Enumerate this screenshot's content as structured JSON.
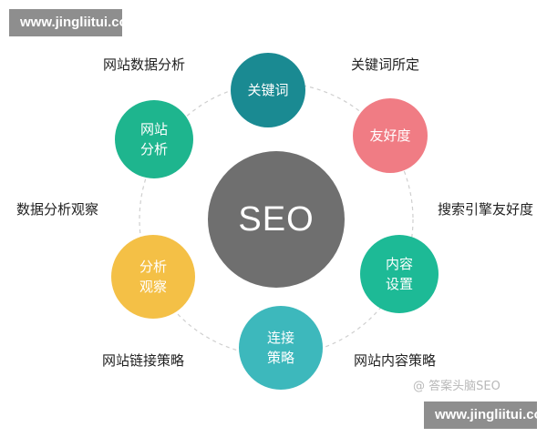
{
  "watermark": {
    "top": "www.jingliitui.com",
    "bottom": "www.jingliitui.com"
  },
  "center": {
    "label": "SEO"
  },
  "nodes": {
    "top": "关键词",
    "upper_right": "友好度",
    "lower_right": "内容\n设置",
    "bottom": "连接\n策略",
    "lower_left": "分析\n观察",
    "upper_left": "网站\n分析"
  },
  "labels": {
    "top_left": "网站数据分析",
    "top_right": "关键词所定",
    "mid_left": "数据分析观察",
    "mid_right": "搜索引擎友好度",
    "bottom_left": "网站链接策略",
    "bottom_right": "网站内容策略"
  },
  "credit": "@ 答案头脑SEO",
  "colors": {
    "center": "#6f6f6f",
    "top": "#1a8a92",
    "upper_right": "#f07c84",
    "lower_right": "#1dba96",
    "bottom": "#3db8bc",
    "lower_left": "#f4c046",
    "upper_left": "#1eb58e",
    "watermark": "#8e8e8e"
  }
}
